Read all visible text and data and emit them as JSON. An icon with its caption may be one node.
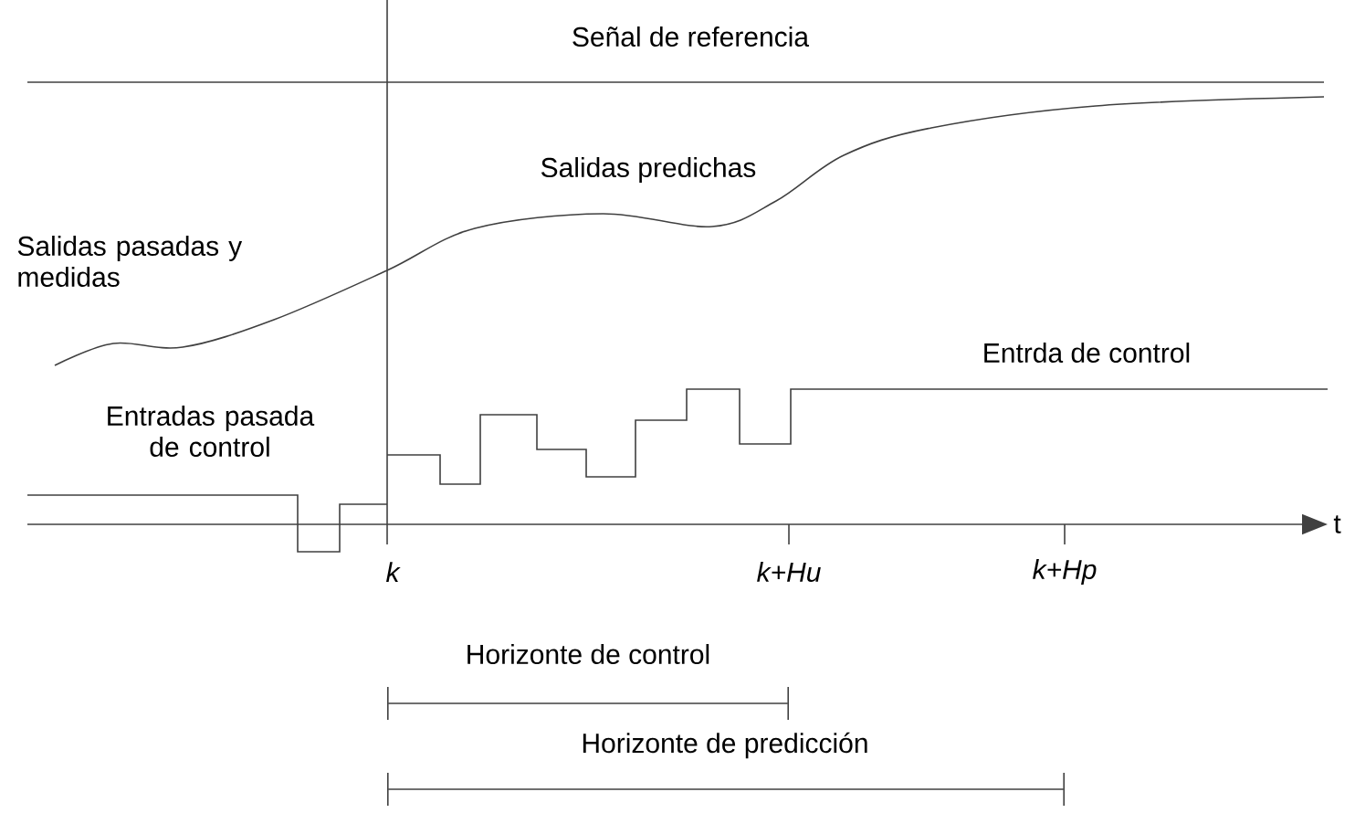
{
  "diagram": {
    "labels": [
      "Señal de referencia",
      "Salidas predichas",
      "Salidas pasadas y medidas",
      "Entrda de control",
      "Entradas pasada de control",
      "t",
      "k",
      "k+Hu",
      "k+Hp",
      "Horizonte de control",
      "Horizonte de predicción"
    ]
  }
}
